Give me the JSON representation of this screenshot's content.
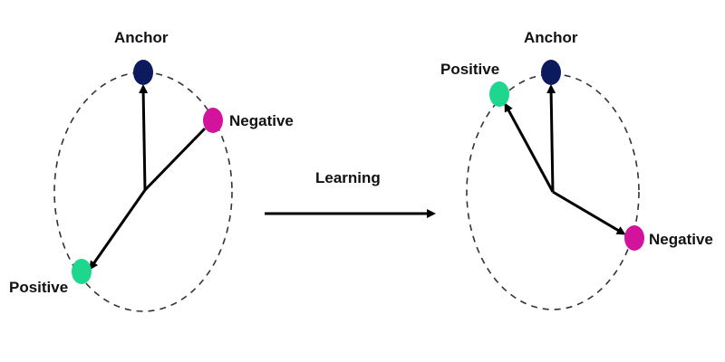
{
  "colors": {
    "anchor": "#0d1b5e",
    "positive": "#1fd68f",
    "negative": "#d3139c",
    "stroke": "#000000",
    "circle_dash": "#333333"
  },
  "left_panel": {
    "anchor_label": "Anchor",
    "positive_label": "Positive",
    "negative_label": "Negative"
  },
  "transition": {
    "label": "Learning"
  },
  "right_panel": {
    "anchor_label": "Anchor",
    "positive_label": "Positive",
    "negative_label": "Negative"
  }
}
